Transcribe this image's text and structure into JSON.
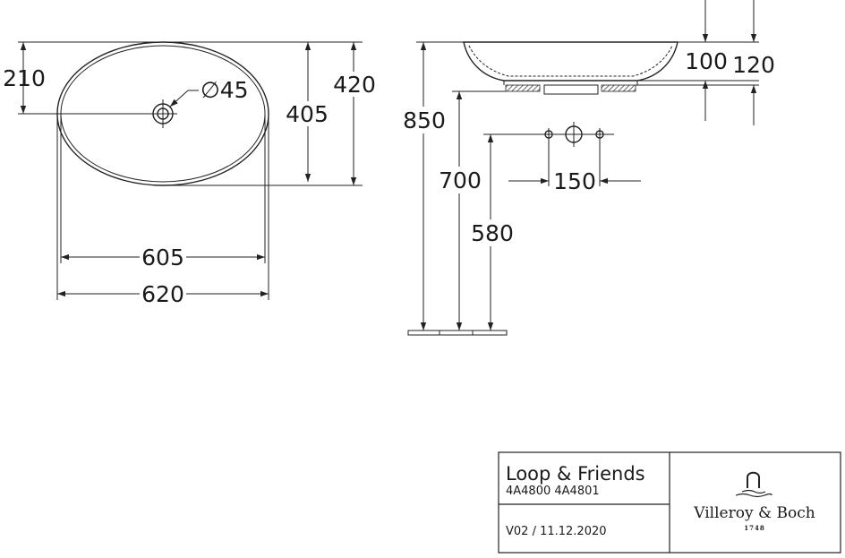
{
  "top_view": {
    "dim_210": "210",
    "dim_drain": "∅45",
    "dim_405": "405",
    "dim_420": "420",
    "dim_605": "605",
    "dim_620": "620"
  },
  "side_view": {
    "dim_100": "100",
    "dim_120": "120",
    "dim_850": "850",
    "dim_700": "700",
    "dim_150": "150",
    "dim_580": "580"
  },
  "title_block": {
    "product_name": "Loop & Friends",
    "article_numbers": "4A4800 4A4801",
    "version_date": "V02 / 11.12.2020",
    "brand_name": "Villeroy & Boch",
    "brand_year": "1748"
  },
  "colors": {
    "ink": "#1a1a1a",
    "hatch": "#444444",
    "background": "#ffffff"
  }
}
